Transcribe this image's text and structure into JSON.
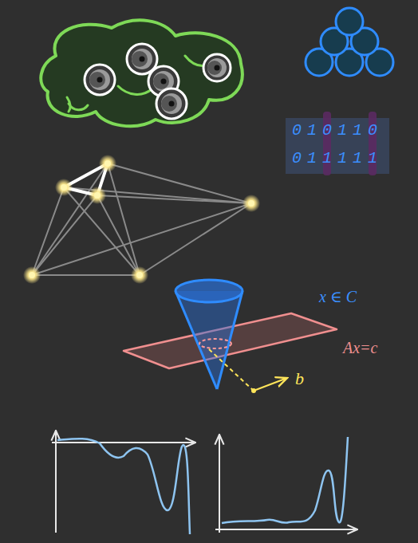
{
  "diagram": {
    "labels": [
      "010110",
      "011111",
      "x ∈ C",
      "Ax=c",
      "b"
    ]
  }
}
